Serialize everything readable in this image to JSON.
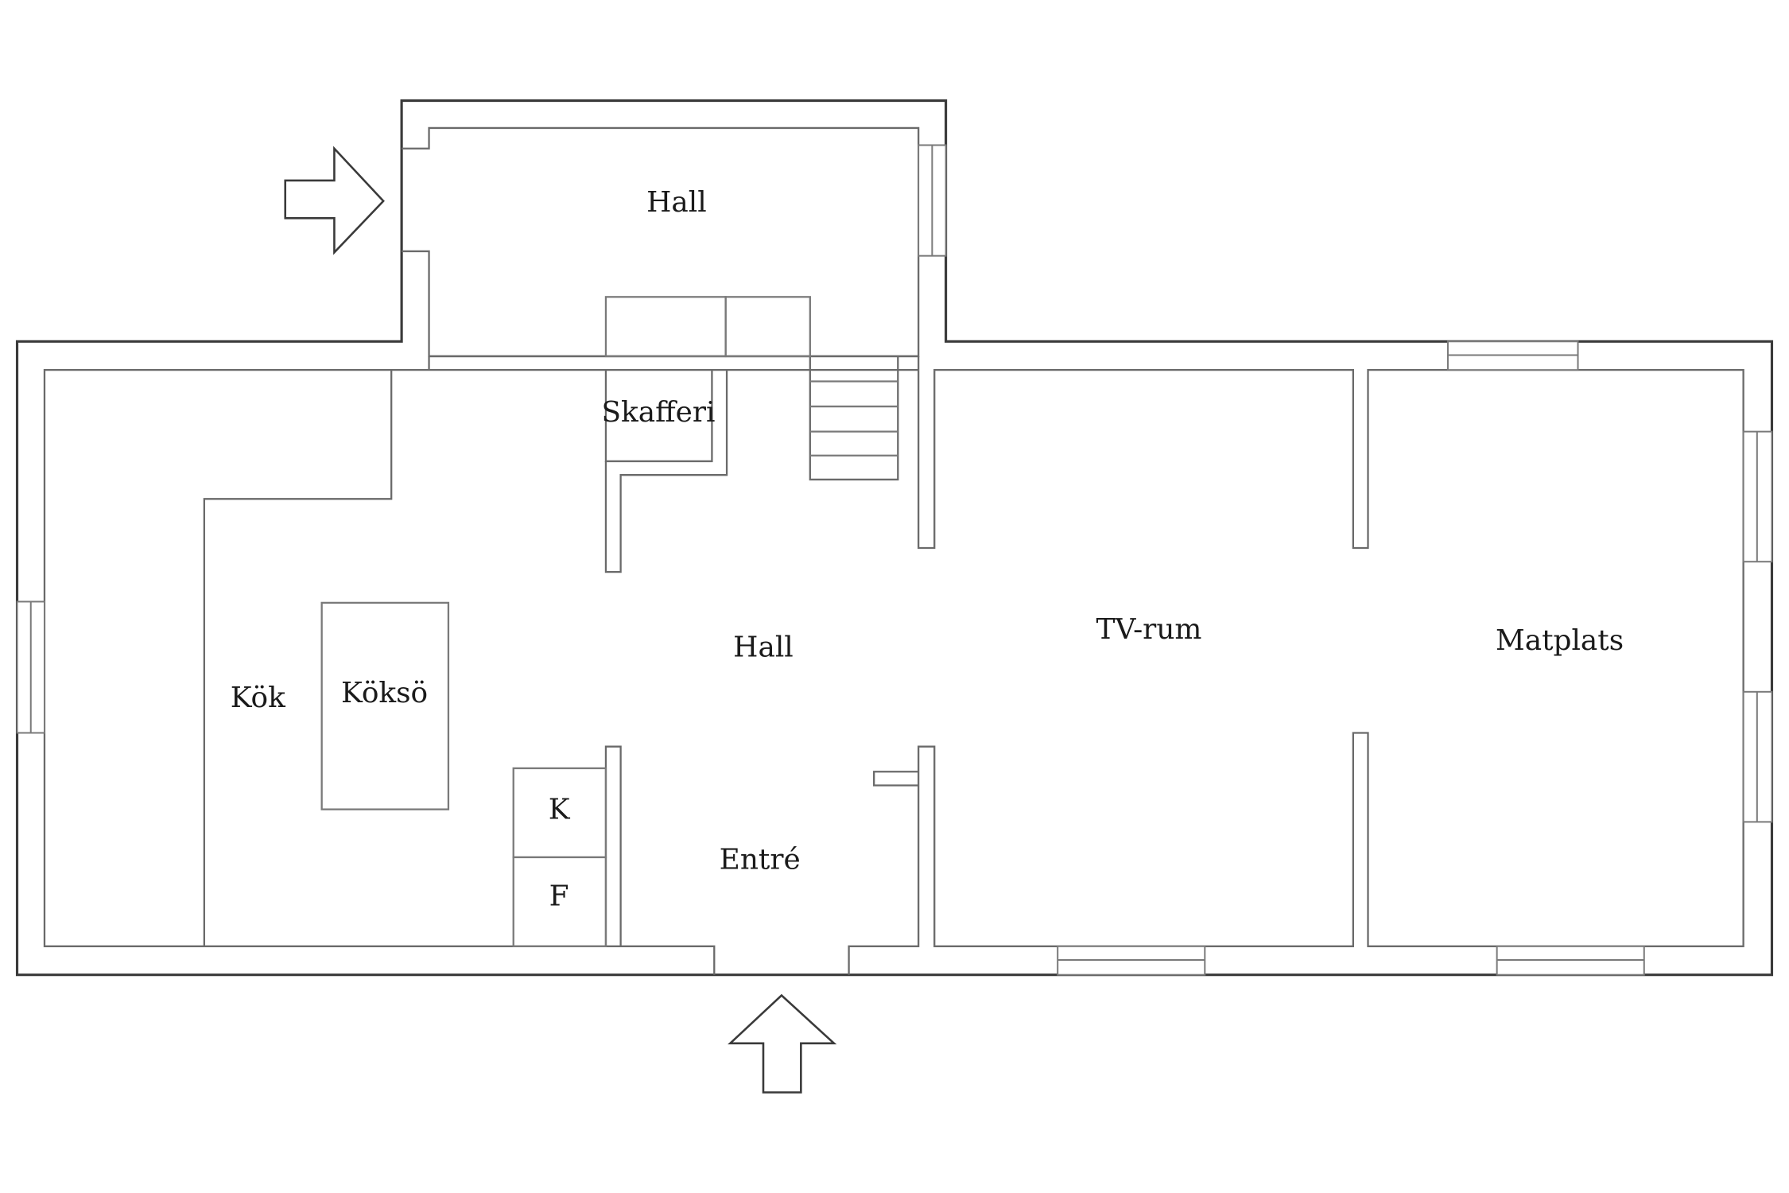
{
  "plan": {
    "rooms": {
      "hall_upper": "Hall",
      "skafferi": "Skafferi",
      "kok": "Kök",
      "koksoe": "Köksö",
      "hall_main": "Hall",
      "tv_rum": "TV-rum",
      "matplats": "Matplats",
      "entre": "Entré",
      "kyl": "K",
      "frys": "F"
    }
  },
  "colors": {
    "background": "#ffffff",
    "outer_wall": "#3a3a3a",
    "inner_wall": "#6a6a6a",
    "label": "#1a1a1a"
  }
}
